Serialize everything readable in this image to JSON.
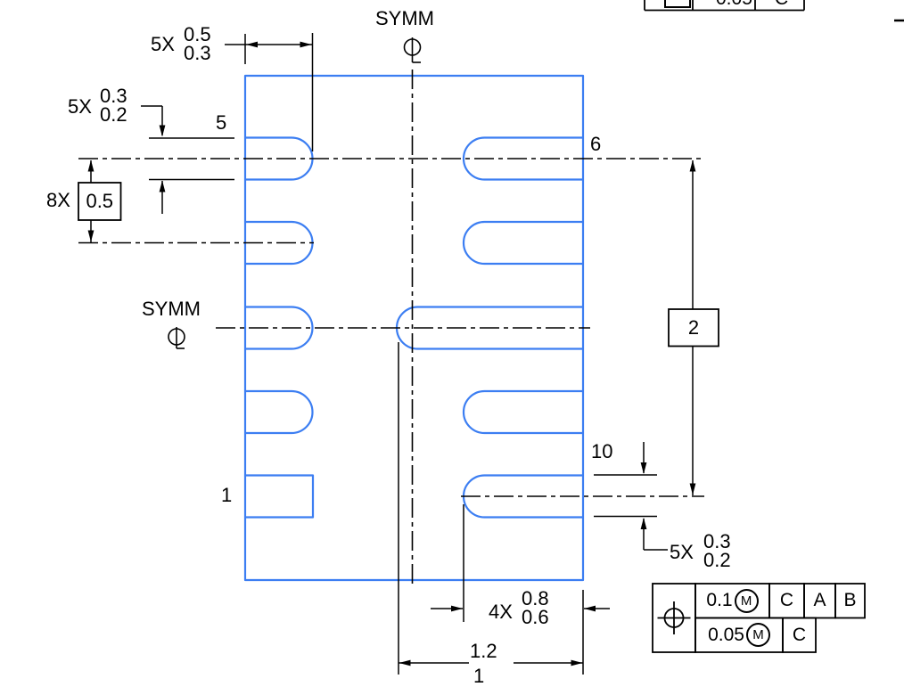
{
  "drawing": {
    "type": "package-land-pattern-drawing",
    "colors": {
      "pad_outline": "#3c7ef2",
      "linework": "#000000",
      "background": "#ffffff"
    },
    "symmetry": {
      "top_label": "SYMM",
      "left_label": "SYMM",
      "centerline_symbol": "centerline"
    },
    "pins": {
      "p1": "1",
      "p5": "5",
      "p6": "6",
      "p10": "10"
    },
    "dims": {
      "pad_len_left": {
        "qty": "5X",
        "upper": "0.5",
        "lower": "0.3"
      },
      "pad_wid_left": {
        "qty": "5X",
        "upper": "0.3",
        "lower": "0.2"
      },
      "pitch": {
        "qty": "8X",
        "value": "0.5"
      },
      "row_span": {
        "value": "2"
      },
      "pad_wid_right": {
        "qty": "5X",
        "upper": "0.3",
        "lower": "0.2"
      },
      "pad_len_right": {
        "qty": "4X",
        "upper": "0.8",
        "lower": "0.6"
      },
      "long_pad": {
        "upper": "1.2",
        "lower": "1"
      }
    },
    "gdt_bottom": {
      "symbol": "position-tolerance",
      "rows": [
        {
          "tol": "0.1",
          "mod": "M",
          "d1": "C",
          "d2": "A",
          "d3": "B"
        },
        {
          "tol": "0.05",
          "mod": "M",
          "d1": "C"
        }
      ]
    },
    "gdt_top_partial": {
      "tol": "0.05",
      "datum": "C"
    }
  }
}
